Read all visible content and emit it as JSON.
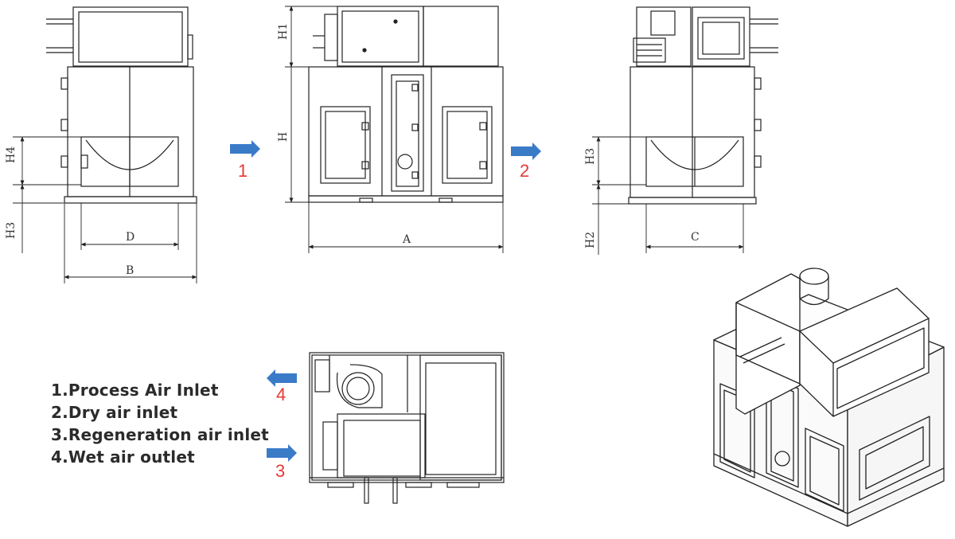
{
  "dimension_labels": {
    "H1": "H1",
    "H": "H",
    "H2": "H2",
    "H3": "H3",
    "H4": "H4",
    "A": "A",
    "B": "B",
    "C": "C",
    "D": "D"
  },
  "flow_markers": {
    "m1": "1",
    "m2": "2",
    "m3": "3",
    "m4": "4"
  },
  "legend": [
    "1.Process Air Inlet",
    "2.Dry air inlet",
    "3.Regeneration air inlet",
    "4.Wet air outlet"
  ],
  "colors": {
    "arrow": "#3a7bc8",
    "marker_text": "#e53935",
    "line": "#222222",
    "legend_text": "#2b2b2b"
  }
}
